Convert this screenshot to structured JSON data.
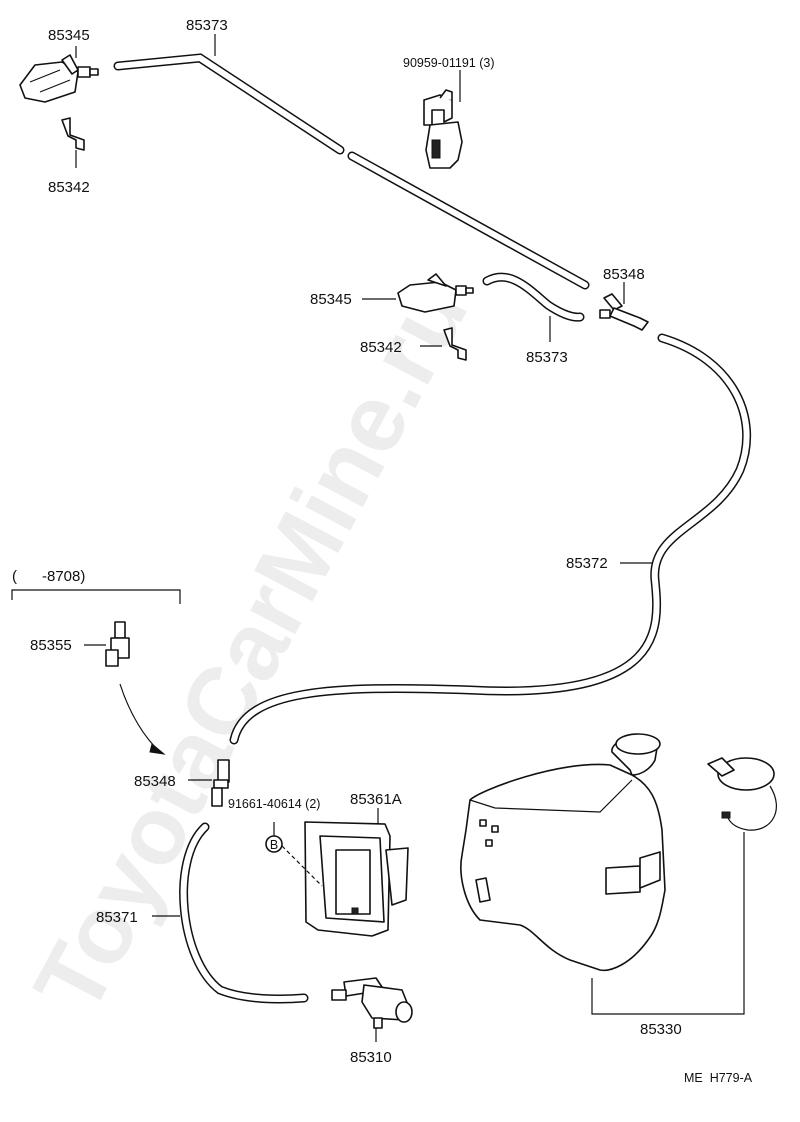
{
  "labels": {
    "washer_nozzle_top": "85345",
    "hose_top": "85373",
    "clip_nozzle_top": "85342",
    "clamp": "90959-01191 (3)",
    "washer_nozzle_mid": "85345",
    "joint_upper": "85348",
    "clip_nozzle_mid": "85342",
    "hose_mid": "85373",
    "hose_long": "85372",
    "date_range": "(      -8708)",
    "check_valve": "85355",
    "joint_lower": "85348",
    "bolt": "91661-40614 (2)",
    "bolt_ref": "B",
    "bracket": "85361A",
    "hose_lower": "85371",
    "pump": "85310",
    "tank": "85330",
    "code": "ME  H779-A"
  },
  "watermark": "ToyotaCarMine.ru"
}
